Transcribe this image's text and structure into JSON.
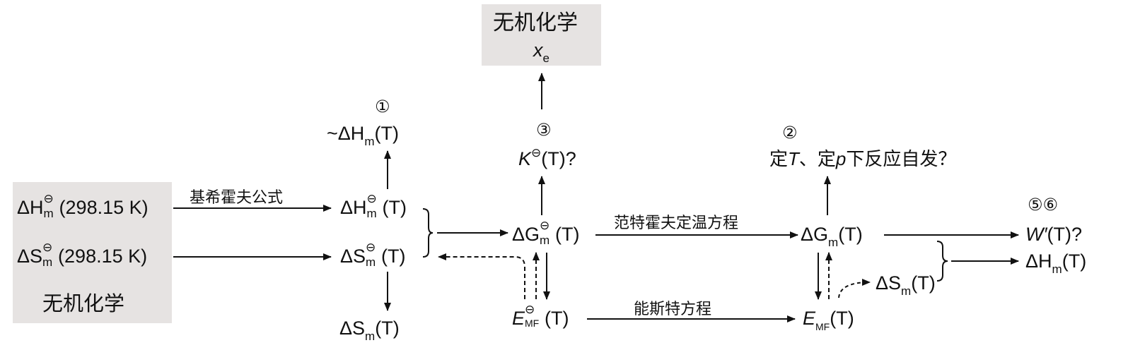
{
  "nodes": {
    "top_box": {
      "line1": "无机化学",
      "line2": "x",
      "line2_sub": "e"
    },
    "left_box": {
      "h_prefix": "ΔH",
      "h_sub": "m",
      "h_sup": "⊖",
      "h_suffix": "(298.15 K)",
      "s_prefix": "ΔS",
      "s_sub": "m",
      "s_sup": "⊖",
      "s_suffix": "(298.15 K)",
      "caption": "无机化学"
    },
    "circle1": "①",
    "approx_h": {
      "prefix": "~ΔH",
      "sub": "m",
      "suffix": "(T)"
    },
    "h_std_T": {
      "prefix": "ΔH",
      "sub": "m",
      "sup": "⊖",
      "suffix": "(T)"
    },
    "s_std_T": {
      "prefix": "ΔS",
      "sub": "m",
      "sup": "⊖",
      "suffix": "(T)"
    },
    "s_T_bottom": {
      "prefix": "ΔS",
      "sub": "m",
      "suffix": "(T)"
    },
    "circle3": "③",
    "k_std": {
      "prefix": "K",
      "sup": "⊖",
      "suffix": "(T)?"
    },
    "g_std_T": {
      "prefix": "ΔG",
      "sub": "m",
      "sup": "⊖",
      "suffix": "(T)"
    },
    "e_std_T": {
      "prefix": "E",
      "sub": "MF",
      "sup": "⊖",
      "suffix": "(T)"
    },
    "circle2": "②",
    "spontaneous": {
      "p1": "定",
      "t": "T",
      "p2": "、定",
      "p": "p",
      "p3": "下反应自发？"
    },
    "g_T": {
      "prefix": "ΔG",
      "sub": "m",
      "suffix": "(T)"
    },
    "e_T": {
      "prefix": "E",
      "sub": "MF",
      "suffix": "(T)"
    },
    "s_T_mid": {
      "prefix": "ΔS",
      "sub": "m",
      "suffix": "(T)"
    },
    "circle56": "⑤⑥",
    "w_T": {
      "prefix": "W′",
      "suffix": "(T)?"
    },
    "h_T_right": {
      "prefix": "ΔH",
      "sub": "m",
      "suffix": "(T)"
    }
  },
  "edges": {
    "kirchhoff": "基希霍夫公式",
    "vant_hoff": "范特霍夫定温方程",
    "nernst": "能斯特方程"
  }
}
